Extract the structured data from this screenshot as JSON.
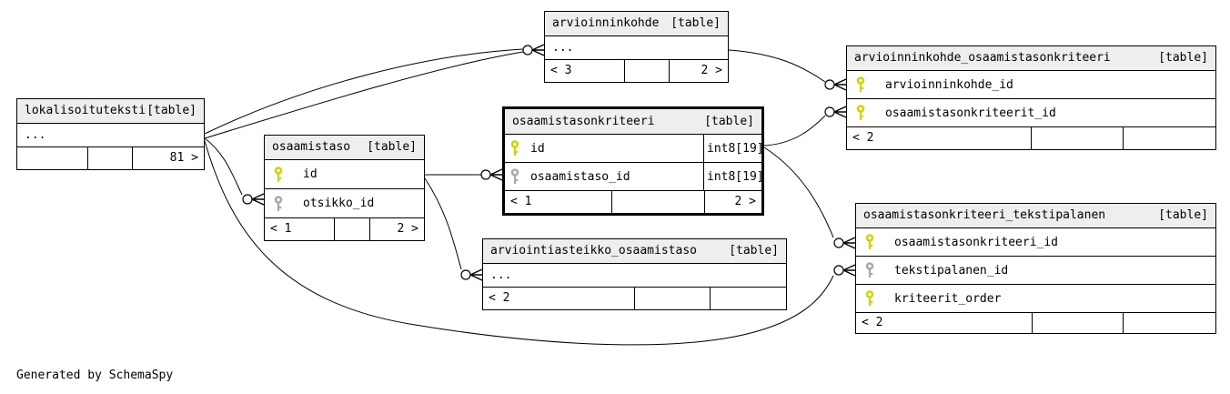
{
  "app": {
    "generator_note": "Generated by SchemaSpy"
  },
  "colors": {
    "header_bg": "#eeeeee",
    "border": "#000000",
    "primary_key": "#d2d200",
    "foreign_key": "#a9a9a9",
    "background": "#ffffff"
  },
  "tables": [
    {
      "name": "arvioinninkohde",
      "tag": "[table]",
      "columns": [
        {
          "name": "...",
          "key": "none",
          "type": ""
        }
      ],
      "footer": {
        "left": "< 3",
        "middle": "",
        "right": "2 >"
      }
    },
    {
      "name": "arvioinninkohde_osaamistasonkriteeri",
      "tag": "[table]",
      "columns": [
        {
          "name": "arvioinninkohde_id",
          "key": "primary",
          "type": ""
        },
        {
          "name": "osaamistasonkriteerit_id",
          "key": "primary",
          "type": ""
        }
      ],
      "footer": {
        "left": "< 2",
        "middle": "",
        "right": ""
      }
    },
    {
      "name": "lokalisoituteksti",
      "tag": "[table]",
      "columns": [
        {
          "name": "...",
          "key": "none",
          "type": ""
        }
      ],
      "footer": {
        "left": "",
        "middle": "",
        "right": "81 >"
      }
    },
    {
      "name": "osaamistaso",
      "tag": "[table]",
      "columns": [
        {
          "name": "id",
          "key": "primary",
          "type": ""
        },
        {
          "name": "otsikko_id",
          "key": "foreign",
          "type": ""
        }
      ],
      "footer": {
        "left": "< 1",
        "middle": "",
        "right": "2 >"
      }
    },
    {
      "name": "osaamistasonkriteeri",
      "tag": "[table]",
      "highlighted": true,
      "columns": [
        {
          "name": "id",
          "key": "primary",
          "type": "int8[19]"
        },
        {
          "name": "osaamistaso_id",
          "key": "foreign",
          "type": "int8[19]"
        }
      ],
      "footer": {
        "left": "< 1",
        "middle": "",
        "right": "2 >"
      }
    },
    {
      "name": "arviointiasteikko_osaamistaso",
      "tag": "[table]",
      "columns": [
        {
          "name": "...",
          "key": "none",
          "type": ""
        }
      ],
      "footer": {
        "left": "< 2",
        "middle": "",
        "right": ""
      }
    },
    {
      "name": "osaamistasonkriteeri_tekstipalanen",
      "tag": "[table]",
      "columns": [
        {
          "name": "osaamistasonkriteeri_id",
          "key": "primary",
          "type": ""
        },
        {
          "name": "tekstipalanen_id",
          "key": "foreign",
          "type": ""
        },
        {
          "name": "kriteerit_order",
          "key": "primary",
          "type": ""
        }
      ],
      "footer": {
        "left": "< 2",
        "middle": "",
        "right": ""
      }
    }
  ]
}
